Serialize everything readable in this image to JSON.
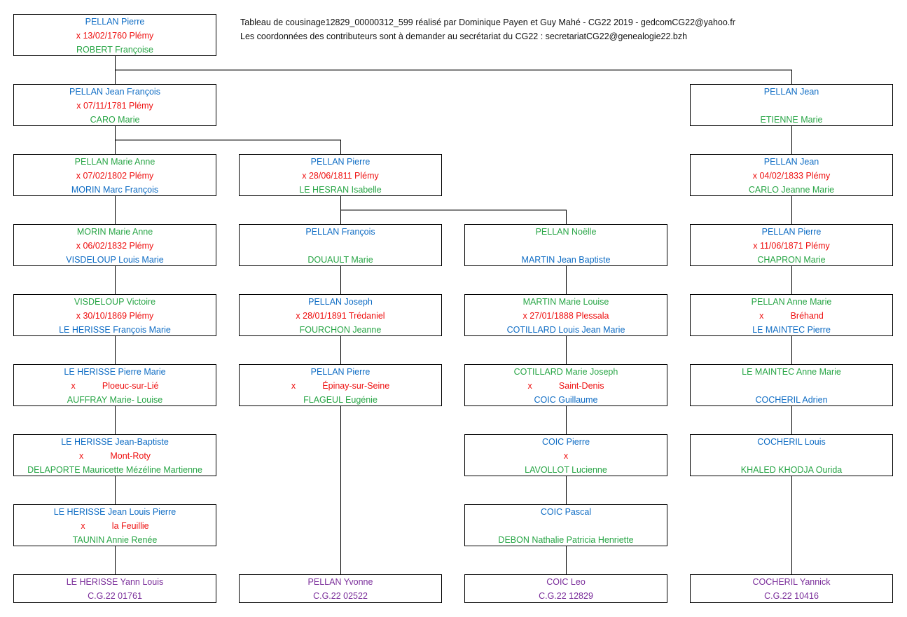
{
  "header": {
    "line1": "Tableau de cousinage12829_00000312_599 réalisé par Dominique Payen et Guy Mahé - CG22 2019 - gedcomCG22@yahoo.fr",
    "line2": "Les coordonnées des contributeurs sont à demander au secrétariat du CG22 :  secretariatCG22@genealogie22.bzh"
  },
  "colors": {
    "blue": "#0e6cc4",
    "green": "#27a545",
    "red": "#ee1111",
    "purple": "#7a2d9a"
  },
  "boxes": {
    "b0": {
      "a": "PELLAN Pierre",
      "m": "x 13/02/1760 Plémy",
      "b": "ROBERT Françoise"
    },
    "c1a": {
      "a": "PELLAN Jean François",
      "m": "x 07/11/1781 Plémy",
      "b": "CARO Marie"
    },
    "c4a": {
      "a": "PELLAN Jean",
      "m": "",
      "b": "ETIENNE Marie"
    },
    "c1b": {
      "a": "PELLAN Marie Anne",
      "m": "x 07/02/1802 Plémy",
      "b": "MORIN Marc François"
    },
    "c2b": {
      "a": "PELLAN Pierre",
      "m": "x 28/06/1811 Plémy",
      "b": "LE HESRAN Isabelle"
    },
    "c4b": {
      "a": "PELLAN Jean",
      "m": "x 04/02/1833 Plémy",
      "b": "CARLO Jeanne Marie"
    },
    "c1c": {
      "a": "MORIN Marie Anne",
      "m": "x 06/02/1832 Plémy",
      "b": "VISDELOUP Louis Marie"
    },
    "c2c": {
      "a": "PELLAN François",
      "m": "",
      "b": "DOUAULT Marie"
    },
    "c3c": {
      "a": "PELLAN Noëlle",
      "m": "",
      "b": "MARTIN Jean Baptiste"
    },
    "c4c": {
      "a": "PELLAN Pierre",
      "m": "x 11/06/1871 Plémy",
      "b": "CHAPRON Marie"
    },
    "c1d": {
      "a": "VISDELOUP Victoire",
      "m": "x 30/10/1869 Plémy",
      "b": "LE HERISSE François Marie"
    },
    "c2d": {
      "a": "PELLAN Joseph",
      "m": "x 28/01/1891 Trédaniel",
      "b": "FOURCHON Jeanne"
    },
    "c3d": {
      "a": "MARTIN Marie Louise",
      "m": "x 27/01/1888 Plessala",
      "b": "COTILLARD Louis Jean Marie"
    },
    "c4d": {
      "a": "PELLAN Anne Marie",
      "m": "x           Bréhand",
      "b": "LE MAINTEC Pierre"
    },
    "c1e": {
      "a": "LE HERISSE Pierre Marie",
      "m": "x           Ploeuc-sur-Lié",
      "b": "AUFFRAY Marie- Louise"
    },
    "c2e": {
      "a": "PELLAN Pierre",
      "m": "x           Épinay-sur-Seine",
      "b": "FLAGEUL Eugénie"
    },
    "c3e": {
      "a": "COTILLARD Marie Joseph",
      "m": "x           Saint-Denis",
      "b": "COIC Guillaume"
    },
    "c4e": {
      "a": "LE MAINTEC Anne Marie",
      "m": "",
      "b": "COCHERIL Adrien"
    },
    "c1f": {
      "a": "LE HERISSE Jean-Baptiste",
      "m": "x           Mont-Roty",
      "b": "DELAPORTE Mauricette Mézéline Martienne"
    },
    "c3f": {
      "a": "COIC Pierre",
      "m": "x",
      "b": "LAVOLLOT Lucienne"
    },
    "c4f": {
      "a": "COCHERIL Louis",
      "m": "",
      "b": "KHALED KHODJA Ourida"
    },
    "c1g": {
      "a": "LE HERISSE Jean Louis Pierre",
      "m": "x           la Feuillie",
      "b": "TAUNIN Annie Renée"
    },
    "c3g": {
      "a": "COIC Pascal",
      "m": "",
      "b": "DEBON Nathalie Patricia Henriette"
    },
    "c1h": {
      "a": "LE HERISSE Yann Louis",
      "ref": "C.G.22 01761"
    },
    "c2h": {
      "a": "PELLAN Yvonne",
      "ref": "C.G.22 02522"
    },
    "c3h": {
      "a": "COIC Leo",
      "ref": "C.G.22 12829"
    },
    "c4h": {
      "a": "COCHERIL Yannick",
      "ref": "C.G.22 10416"
    }
  }
}
